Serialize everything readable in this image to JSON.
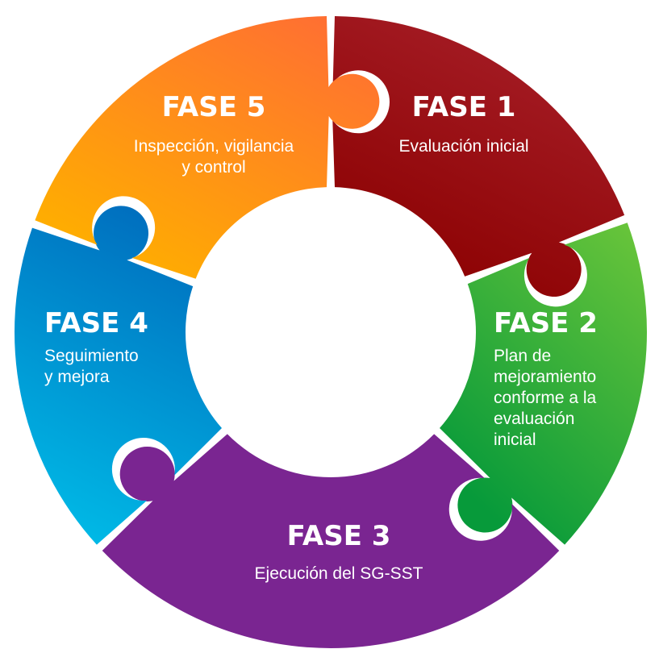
{
  "diagram": {
    "type": "puzzle-cycle",
    "phases": [
      {
        "id": "fase-1",
        "title": "FASE 1",
        "description_lines": [
          "Evaluación inicial"
        ],
        "colors": {
          "start": "#a8202a",
          "end": "#8b0000"
        }
      },
      {
        "id": "fase-2",
        "title": "FASE 2",
        "description_lines": [
          "Plan de",
          "mejoramiento",
          "conforme a la",
          "evaluación",
          "inicial"
        ],
        "colors": {
          "start": "#6cc63a",
          "end": "#079a3a"
        }
      },
      {
        "id": "fase-3",
        "title": "FASE 3",
        "description_lines": [
          "Ejecución del SG-SST"
        ],
        "colors": {
          "start": "#7a2591",
          "end": "#7a2591"
        }
      },
      {
        "id": "fase-4",
        "title": "FASE 4",
        "description_lines": [
          "Seguimiento",
          "y mejora"
        ],
        "colors": {
          "start": "#0070bf",
          "end": "#00bde8"
        }
      },
      {
        "id": "fase-5",
        "title": "FASE 5",
        "description_lines": [
          "Inspección, vigilancia",
          "y control"
        ],
        "colors": {
          "start": "#ff6a36",
          "end": "#ffae00"
        }
      }
    ]
  }
}
